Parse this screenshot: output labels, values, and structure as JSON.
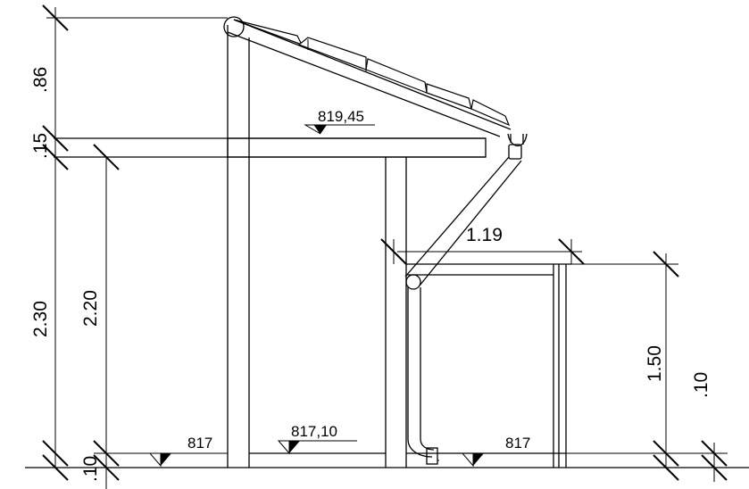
{
  "drawing": {
    "dimensions": {
      "roof_rise": ".86",
      "slab_thickness": ".15",
      "total_height": "2.30",
      "clear_height": "2.20",
      "base_left": ".10",
      "span": "1.19",
      "enclosure_height": "1.50",
      "base_right": ".10"
    },
    "levels": {
      "slab_top": "819,45",
      "ground_left": "817",
      "floor_center": "817,10",
      "ground_right": "817"
    }
  }
}
